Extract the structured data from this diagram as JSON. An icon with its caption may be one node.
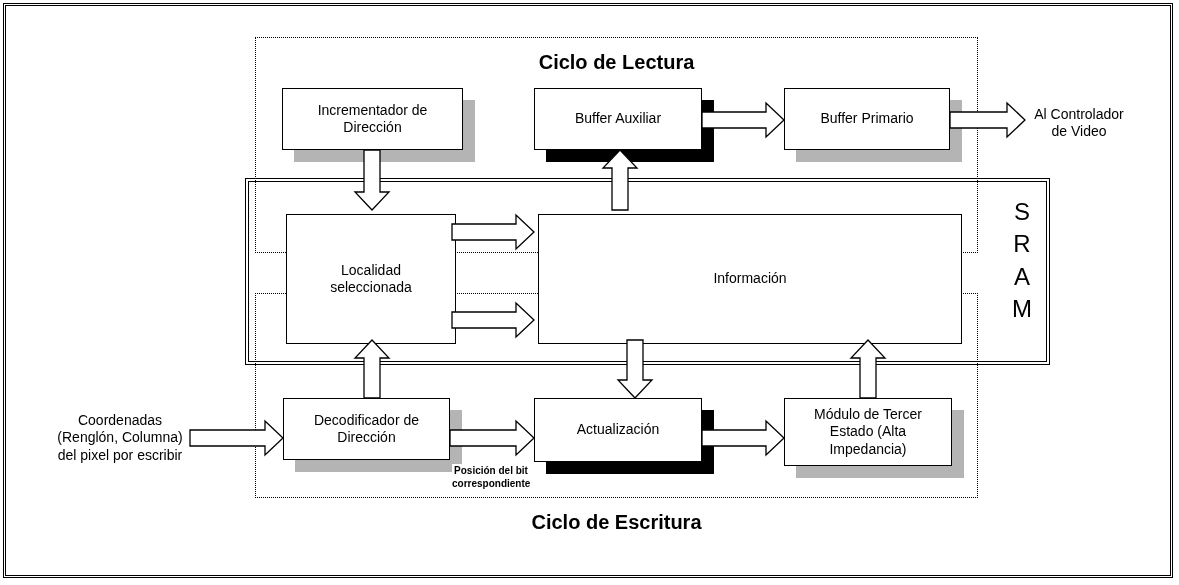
{
  "diagram": {
    "nodes": [
      {
        "text": [
          "Ciclo de Lectura"
        ]
      },
      {
        "text": [
          "Ciclo de Escritura"
        ]
      },
      {
        "text": [
          "SRAM"
        ]
      },
      {
        "text": [
          "Incrementador de Dirección"
        ],
        "in": 0
      },
      {
        "text": [
          "Buffer Auxiliar"
        ],
        "in": 0
      },
      {
        "text": [
          "Buffer Primario"
        ],
        "in": 0
      },
      {
        "text": [
          "Localidad seleccionada"
        ],
        "in": 2
      },
      {
        "text": [
          "Información"
        ],
        "in": 2
      },
      {
        "text": [
          "Coordenadas (Renglón, Columna) del pixel por escribir"
        ]
      },
      {
        "text": [
          "Decodificador de Dirección"
        ],
        "in": 1
      },
      {
        "text": [
          "Actualización"
        ],
        "in": 1
      },
      {
        "text": [
          "Módulo de Tercer Estado (Alta Impedancia)"
        ],
        "in": 1
      },
      {
        "text": [
          "Al Controlador de Video"
        ]
      }
    ],
    "edges": [
      {
        "from": 3,
        "to": 6,
        "arrow": "to"
      },
      {
        "from": 4,
        "to": 5,
        "arrow": "to"
      },
      {
        "from": 5,
        "to": 12,
        "arrow": "to"
      },
      {
        "from": 7,
        "to": 4,
        "arrow": "to"
      },
      {
        "from": 6,
        "to": 7,
        "arrow": "to"
      },
      {
        "from": 6,
        "to": 7,
        "arrow": "to"
      },
      {
        "from": 9,
        "to": 6,
        "arrow": "to"
      },
      {
        "from": 8,
        "to": 9,
        "arrow": "to"
      },
      {
        "from": 9,
        "to": 10,
        "arrow": "to",
        "label": "Posición del bit correspondiente"
      },
      {
        "from": 7,
        "to": 10,
        "arrow": "to"
      },
      {
        "from": 10,
        "to": 11,
        "arrow": "to"
      },
      {
        "from": 11,
        "to": 7,
        "arrow": "to"
      }
    ]
  }
}
